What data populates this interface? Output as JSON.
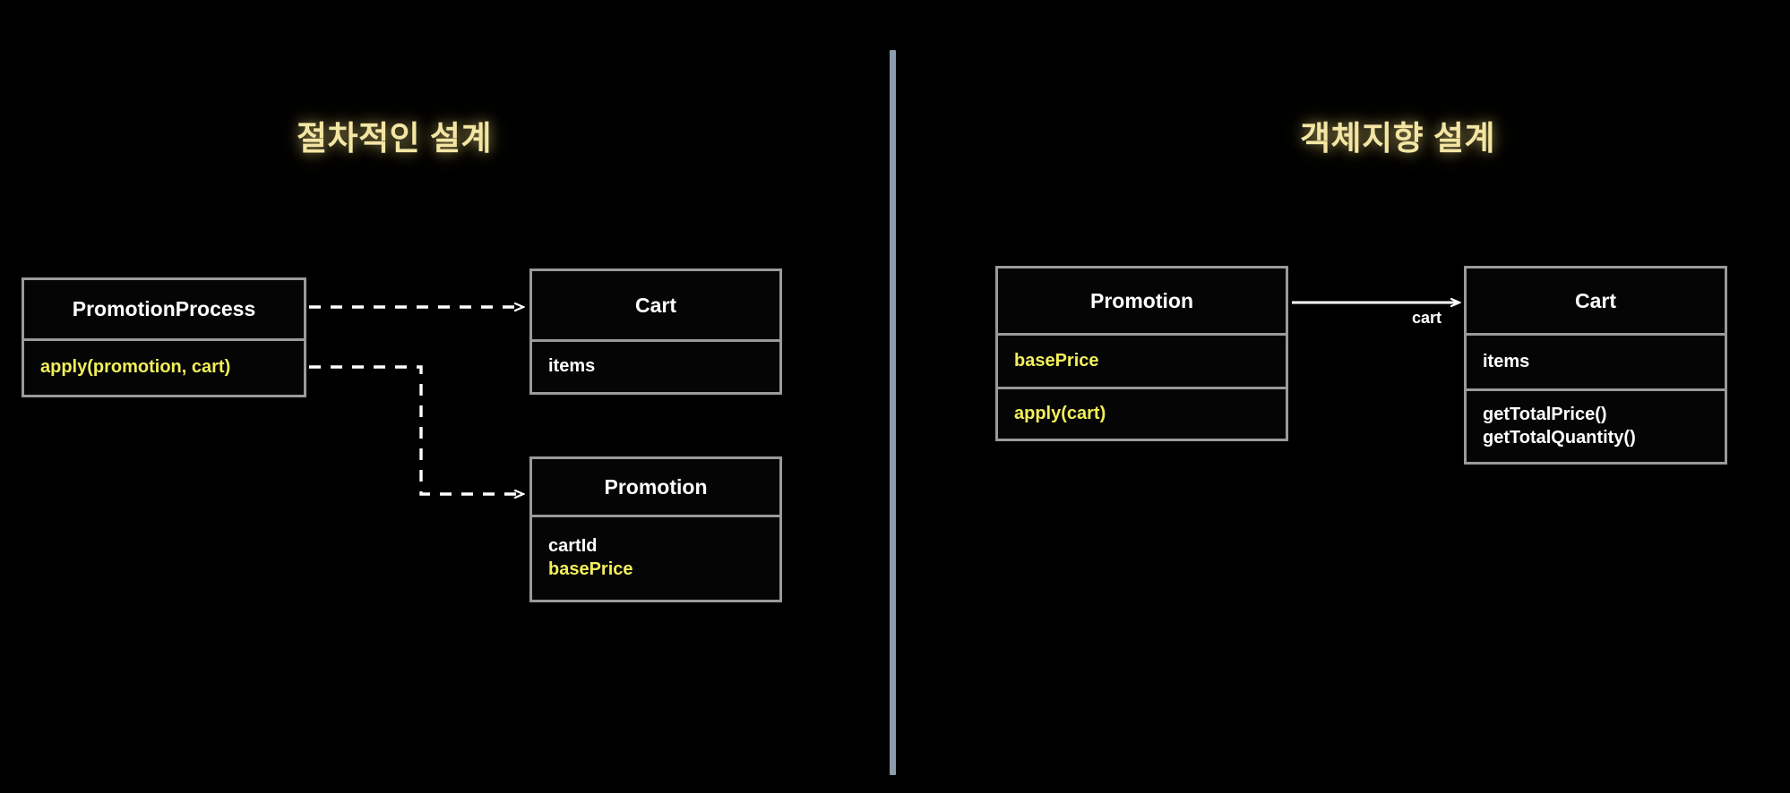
{
  "page": {
    "background_color": "#000000",
    "divider_color": "#8e9dad",
    "title_color": "#f3e6a4",
    "accent_color": "#f2ef5a",
    "text_color": "#ffffff",
    "box_border_color": "#9a9a9a"
  },
  "panels": {
    "left": {
      "title": "절차적인 설계",
      "boxes": [
        {
          "name": "PromotionProcess",
          "sections": [
            {
              "kind": "methods",
              "lines": [
                {
                  "text": "apply(promotion, cart)",
                  "accent": true
                }
              ]
            }
          ]
        },
        {
          "name": "Cart",
          "sections": [
            {
              "kind": "fields",
              "lines": [
                {
                  "text": "items",
                  "accent": false
                }
              ]
            }
          ]
        },
        {
          "name": "Promotion",
          "sections": [
            {
              "kind": "fields",
              "lines": [
                {
                  "text": "cartId",
                  "accent": false
                },
                {
                  "text": "basePrice",
                  "accent": true
                }
              ]
            }
          ]
        }
      ],
      "connectors": [
        {
          "from": "PromotionProcess",
          "to": "Cart",
          "style": "dashed",
          "arrow": "open",
          "label": ""
        },
        {
          "from": "PromotionProcess",
          "to": "Promotion",
          "style": "dashed",
          "arrow": "open",
          "label": ""
        }
      ]
    },
    "right": {
      "title": "객체지향 설계",
      "boxes": [
        {
          "name": "Promotion",
          "sections": [
            {
              "kind": "fields",
              "lines": [
                {
                  "text": "basePrice",
                  "accent": true
                }
              ]
            },
            {
              "kind": "methods",
              "lines": [
                {
                  "text": "apply(cart)",
                  "accent": true
                }
              ]
            }
          ]
        },
        {
          "name": "Cart",
          "sections": [
            {
              "kind": "fields",
              "lines": [
                {
                  "text": "items",
                  "accent": false
                }
              ]
            },
            {
              "kind": "methods",
              "lines": [
                {
                  "text": "getTotalPrice()",
                  "accent": false
                },
                {
                  "text": "getTotalQuantity()",
                  "accent": false
                }
              ]
            }
          ]
        }
      ],
      "connectors": [
        {
          "from": "Promotion",
          "to": "Cart",
          "style": "solid",
          "arrow": "open",
          "label": "cart"
        }
      ]
    }
  },
  "labels": {
    "edge_cart": "cart"
  },
  "boxes": {
    "promotionprocess": {
      "title": "PromotionProcess",
      "method_apply": "apply(promotion, cart)"
    },
    "cart_left": {
      "title": "Cart",
      "field_items": "items"
    },
    "promotion_left": {
      "title": "Promotion",
      "field_cartid": "cartId",
      "field_baseprice": "basePrice"
    },
    "promotion_right": {
      "title": "Promotion",
      "field_baseprice": "basePrice",
      "method_apply": "apply(cart)"
    },
    "cart_right": {
      "title": "Cart",
      "field_items": "items",
      "method_gettotalprice": "getTotalPrice()",
      "method_gettotalquantity": "getTotalQuantity()"
    }
  }
}
